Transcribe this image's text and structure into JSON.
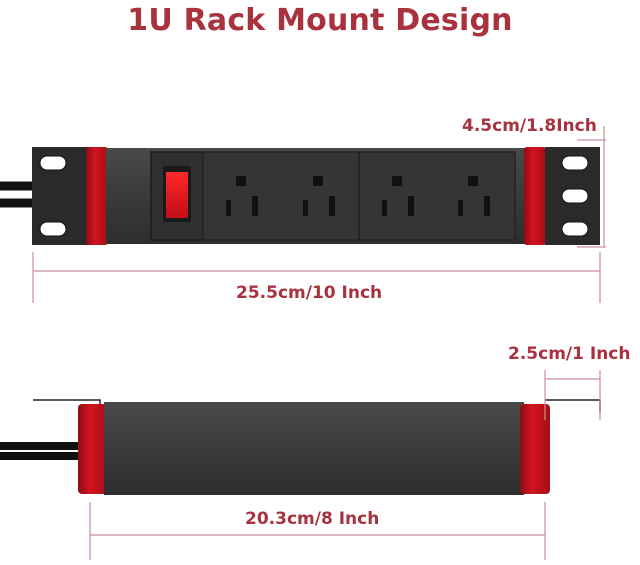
{
  "title": "1U Rack Mount Design",
  "dimensions": {
    "height": "4.5cm/1.8Inch",
    "length": "25.5cm/10 Inch",
    "depth": "2.5cm/1 Inch",
    "width": "20.3cm/8 Inch"
  },
  "colors": {
    "accent": "#a8323e",
    "body": "#3a3a3a",
    "red_cap": "#c8101e",
    "switch": "#e0101e",
    "dimension_line": "#c9909a"
  },
  "product": {
    "outlet_count": 4,
    "rocker_switch": true
  }
}
